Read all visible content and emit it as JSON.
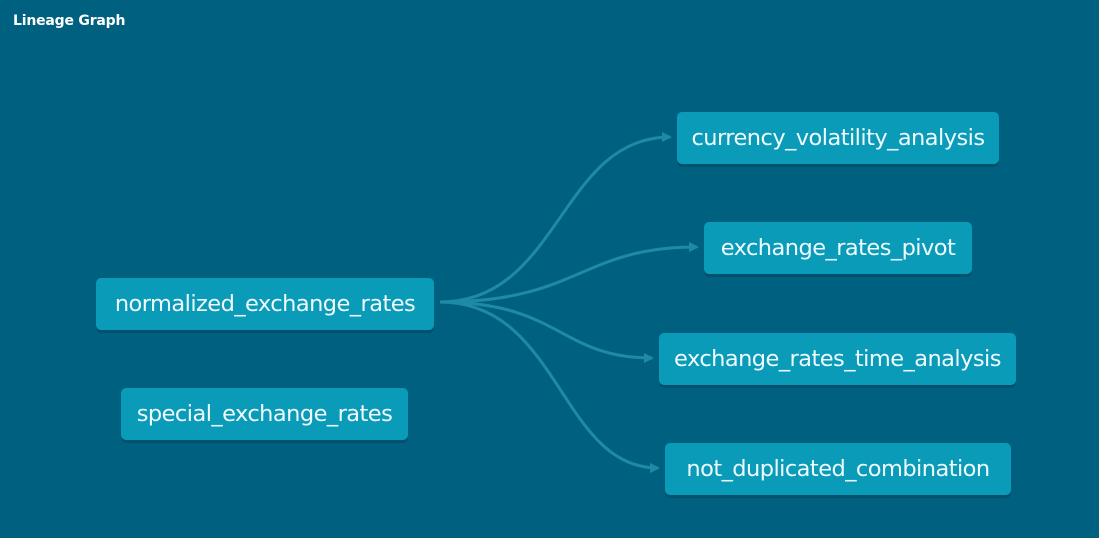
{
  "header": {
    "title": "Lineage Graph"
  },
  "colors": {
    "background": "#006080",
    "node_fill": "#0a9bb9",
    "edge": "#1f8aa6",
    "text": "#eefafd"
  },
  "graph": {
    "nodes": {
      "normalized": "normalized_exchange_rates",
      "special": "special_exchange_rates",
      "volatility": "currency_volatility_analysis",
      "pivot": "exchange_rates_pivot",
      "time_analysis": "exchange_rates_time_analysis",
      "not_duplicated": "not_duplicated_combination"
    },
    "edges": [
      {
        "from": "normalized_exchange_rates",
        "to": "currency_volatility_analysis"
      },
      {
        "from": "normalized_exchange_rates",
        "to": "exchange_rates_pivot"
      },
      {
        "from": "normalized_exchange_rates",
        "to": "exchange_rates_time_analysis"
      },
      {
        "from": "normalized_exchange_rates",
        "to": "not_duplicated_combination"
      }
    ]
  }
}
